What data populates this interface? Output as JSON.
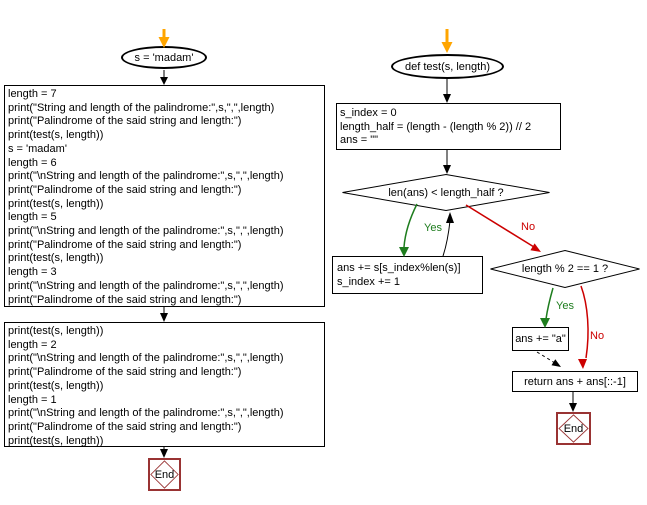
{
  "colors": {
    "entry_arrow": "#FFA500",
    "flow_arrow": "#000000",
    "branch_yes": "#1E7D1E",
    "branch_no": "#CC0000",
    "terminal_border": "#993333",
    "node_border": "#000000",
    "background": "#FFFFFF"
  },
  "left_flow": {
    "start_label": "s = 'madam'",
    "box1_lines": [
      "length = 7",
      "print(\"String and length of the palindrome:\",s,\",\",length)",
      "print(\"Palindrome of the said string and length:\")",
      "print(test(s, length))",
      "s = 'madam'",
      "length = 6",
      "print(\"\\nString and length of the palindrome:\",s,\",\",length)",
      "print(\"Palindrome of the said string and length:\")",
      "print(test(s, length))",
      "length = 5",
      "print(\"\\nString and length of the palindrome:\",s,\",\",length)",
      "print(\"Palindrome of the said string and length:\")",
      "print(test(s, length))",
      "length = 3",
      "print(\"\\nString and length of the palindrome:\",s,\",\",length)",
      "print(\"Palindrome of the said string and length:\")"
    ],
    "box2_lines": [
      "print(test(s, length))",
      "length = 2",
      "print(\"\\nString and length of the palindrome:\",s,\",\",length)",
      "print(\"Palindrome of the said string and length:\")",
      "print(test(s, length))",
      "length = 1",
      "print(\"\\nString and length of the palindrome:\",s,\",\",length)",
      "print(\"Palindrome of the said string and length:\")",
      "print(test(s, length))"
    ],
    "end_label": "End"
  },
  "right_flow": {
    "start_label": "def test(s, length)",
    "init_lines": [
      "s_index = 0",
      "length_half = (length - (length % 2)) // 2",
      "ans = \"\""
    ],
    "cond1_label": "len(ans) < length_half ?",
    "cond1_yes": "Yes",
    "cond1_no": "No",
    "loop_lines": [
      "ans += s[s_index%len(s)]",
      "s_index += 1"
    ],
    "cond2_label": "length % 2 == 1 ?",
    "cond2_yes": "Yes",
    "cond2_no": "No",
    "odd_label": "ans += \"a\"",
    "return_label": "return ans + ans[::-1]",
    "end_label": "End"
  }
}
